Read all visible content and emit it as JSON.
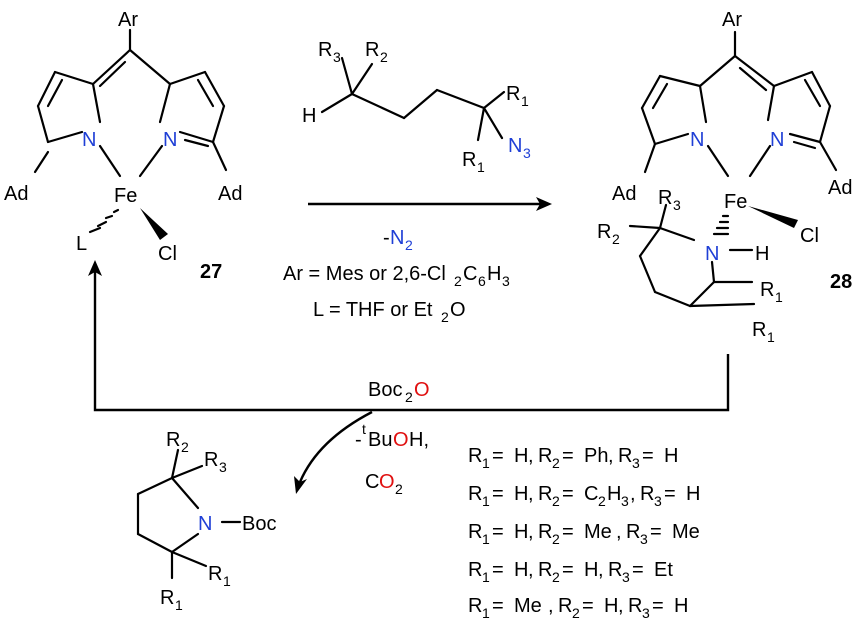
{
  "compound_27": {
    "label": "27",
    "ar": "Ar",
    "ad": "Ad",
    "n": "N",
    "fe": "Fe",
    "l": "L",
    "cl": "Cl"
  },
  "compound_28": {
    "label": "28",
    "ar": "Ar",
    "ad": "Ad",
    "n": "N",
    "fe": "Fe",
    "cl": "Cl",
    "h": "H",
    "r1": "R",
    "r2": "R",
    "r3": "R",
    "sub1": "1",
    "sub2": "2",
    "sub3": "3"
  },
  "azide": {
    "h": "H",
    "r": "R",
    "n": "N",
    "sub1": "1",
    "sub2": "2",
    "sub3": "3"
  },
  "conditions_top": {
    "minus": "-",
    "n": "N",
    "n_sub": "2",
    "ar_line_a": "Ar = Mes or 2,6-Cl",
    "ar_sub1": "2",
    "ar_mid": "C",
    "ar_sub2": "6",
    "ar_h": "H",
    "ar_sub3": "3",
    "l_line_a": "L = THF or Et",
    "l_sub": "2",
    "l_o": "O"
  },
  "conditions_bottom": {
    "boc": "Boc",
    "boc_sub": "2",
    "o": "O",
    "minus": "-",
    "t": "t",
    "bu": "Bu",
    "bu_o": "O",
    "h_comma": "H,",
    "c": "C",
    "co_o": "O",
    "co_sub": "2"
  },
  "product": {
    "r": "R",
    "n": "N",
    "boc": "Boc",
    "sub1": "1",
    "sub2": "2",
    "sub3": "3"
  },
  "substituents": [
    {
      "r1": "H",
      "r2": "Ph",
      "r3": "H"
    },
    {
      "r1": "H",
      "r2": "C",
      "r2_sub1": "2",
      "r2_tail": "H",
      "r2_sub2": "3",
      "r3": "H"
    },
    {
      "r1": "H",
      "r2": "Me",
      "r3": "Me"
    },
    {
      "r1": "H",
      "r2": "H",
      "r3": "Et"
    },
    {
      "r1": "Me",
      "r2": "H",
      "r3": "H"
    }
  ],
  "sub_labels": {
    "r": "R",
    "eq": " = ",
    "comma": ", ",
    "s1": "1",
    "s2": "2",
    "s3": "3"
  }
}
